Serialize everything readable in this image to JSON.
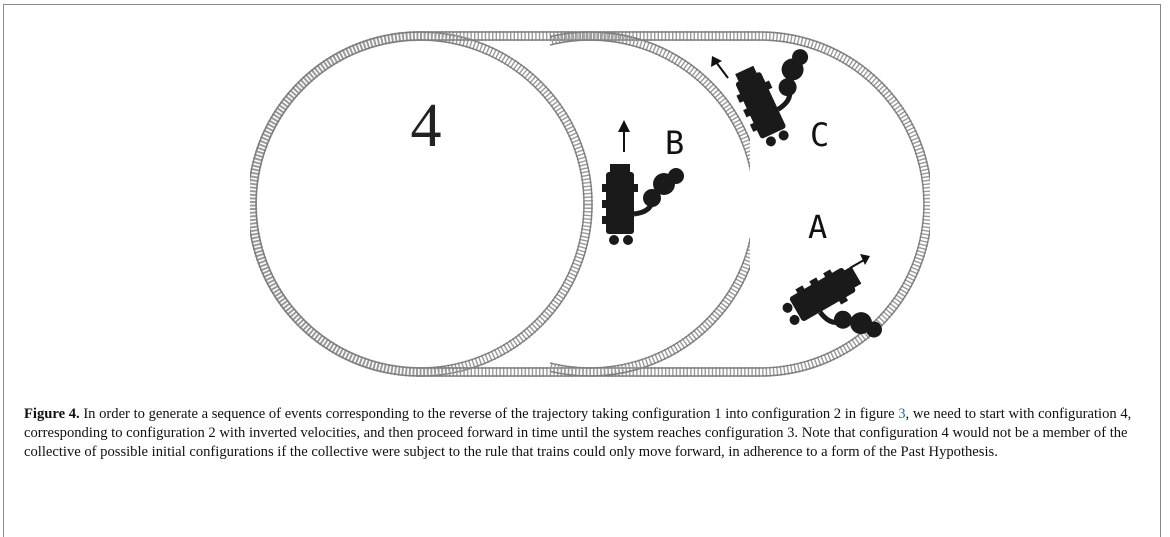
{
  "figure": {
    "config_number": "4",
    "trains": [
      {
        "label": "A"
      },
      {
        "label": "B"
      },
      {
        "label": "C"
      }
    ]
  },
  "caption": {
    "figure_label": "Figure 4.",
    "text_1": " In order to generate a sequence of events corresponding to the reverse of the trajectory taking configuration 1 into configuration 2 in figure ",
    "figure_ref": "3",
    "text_2": ", we need to start with configuration 4, corresponding to configuration 2 with inverted velocities, and then proceed forward in time until the system reaches configuration 3. Note that configuration 4 would not be a member of the collective of possible initial configurations if the collective were subject to the rule that trains could only move forward, in adherence to a form of the Past Hypothesis."
  }
}
